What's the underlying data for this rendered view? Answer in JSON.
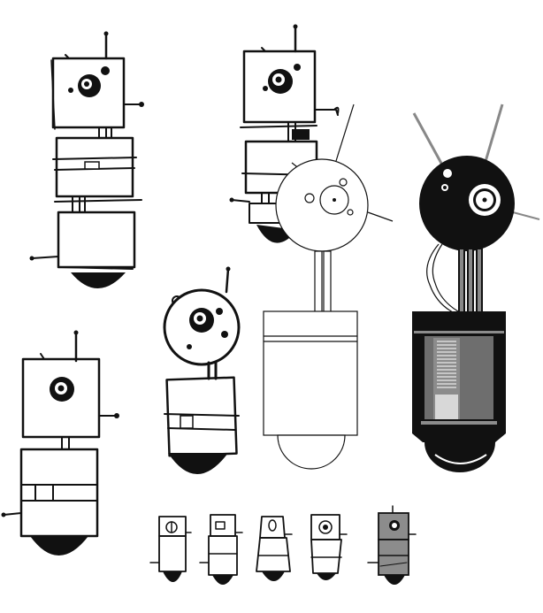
{
  "canvas": {
    "background": "#ffffff",
    "ink_color": "#111111"
  },
  "artwork": {
    "subject": "robot-character-concept-sketches",
    "stages": [
      "pencil-sketch",
      "line-art",
      "filled-render"
    ],
    "sketch_count": 4,
    "thumbnail_count": 5,
    "palette": [
      "#111111",
      "#ffffff",
      "#8c8c8c",
      "#6e6e6e",
      "#d8d8d8"
    ]
  }
}
